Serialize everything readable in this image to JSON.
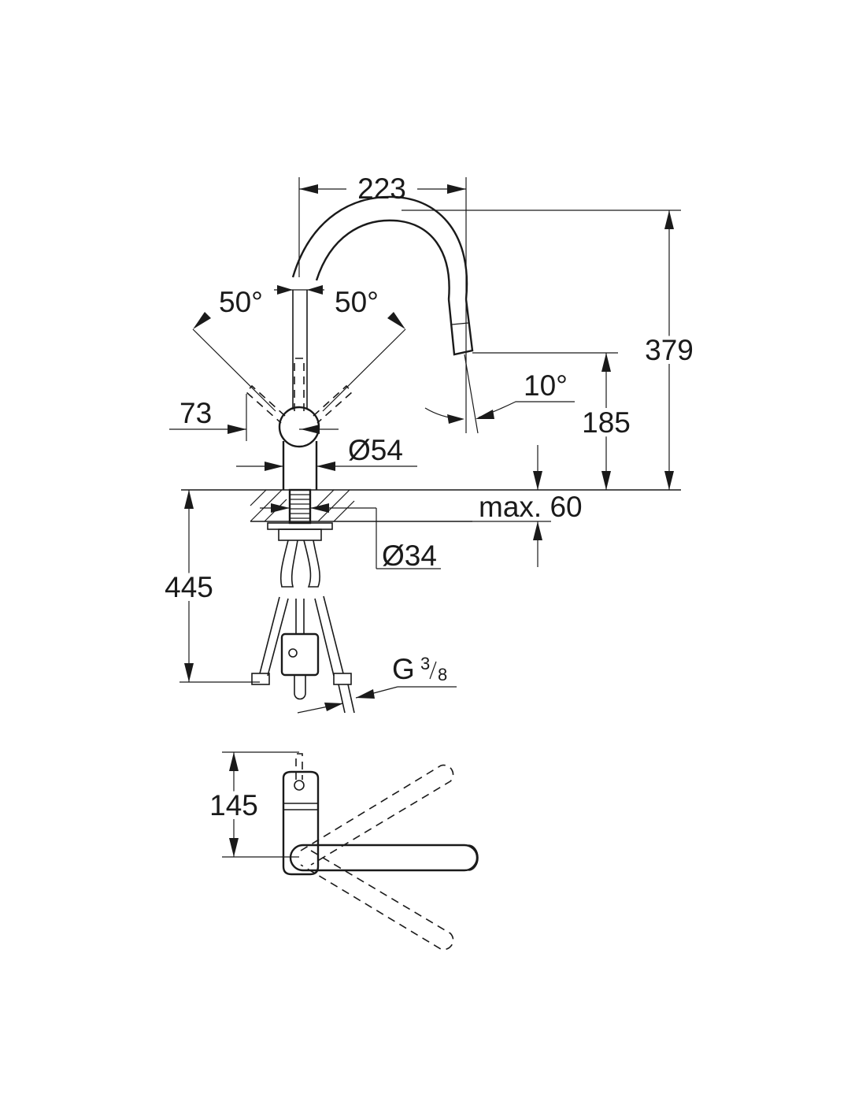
{
  "dimensions": {
    "spout_reach": "223",
    "total_height": "379",
    "outlet_height": "185",
    "swivel_left": "50°",
    "swivel_right": "50°",
    "spray_angle": "10°",
    "lever_offset": "73",
    "body_diameter": "Ø54",
    "max_deck": "max. 60",
    "hole_diameter": "Ø34",
    "hose_length": "445",
    "connection_base": "G",
    "connection_num": "3",
    "connection_den": "8",
    "lever_depth": "145"
  },
  "colors": {
    "line": "#1a1a1a",
    "background": "#ffffff"
  }
}
